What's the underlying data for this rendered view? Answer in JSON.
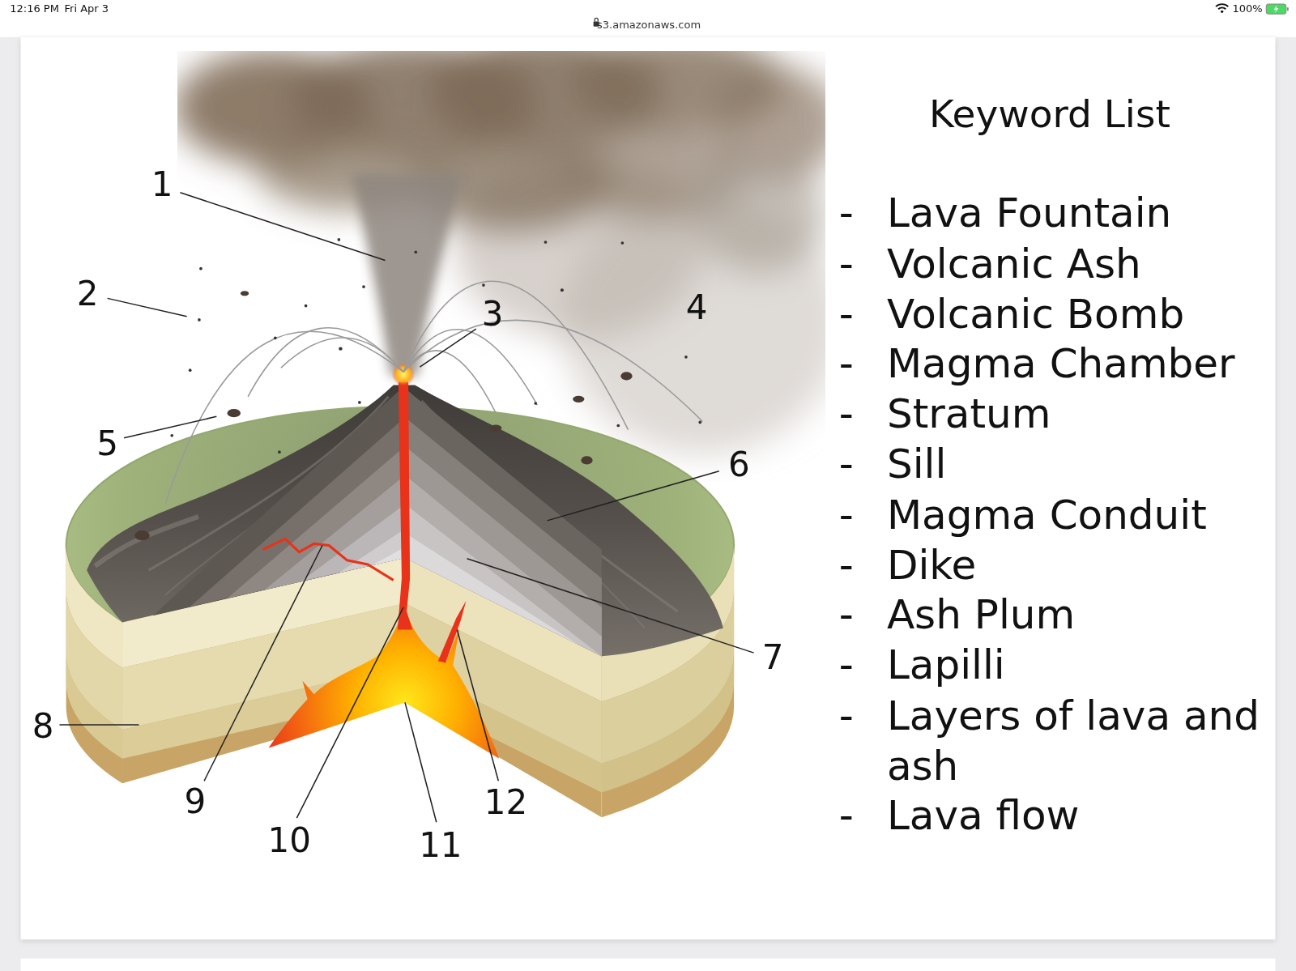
{
  "diagram": {
    "title": "Keyword List",
    "labels": [
      "12:16 PM",
      "Fri Apr 3",
      "s3.amazonaws.com",
      "100%",
      "1",
      "2",
      "3",
      "4",
      "5",
      "6",
      "7",
      "8",
      "9",
      "10",
      "11",
      "12",
      "-",
      "Lava Fountain",
      "-",
      "Volcanic Ash",
      "-",
      "Volcanic Bomb",
      "-",
      "Magma Chamber",
      "-",
      "Stratum",
      "-",
      "Sill",
      "-",
      "Magma Conduit",
      "-",
      "Dike",
      "-",
      "Ash Plum",
      "-",
      "Lapilli",
      "-",
      "Layers of lava and ash",
      "-",
      "Lava flow"
    ]
  }
}
